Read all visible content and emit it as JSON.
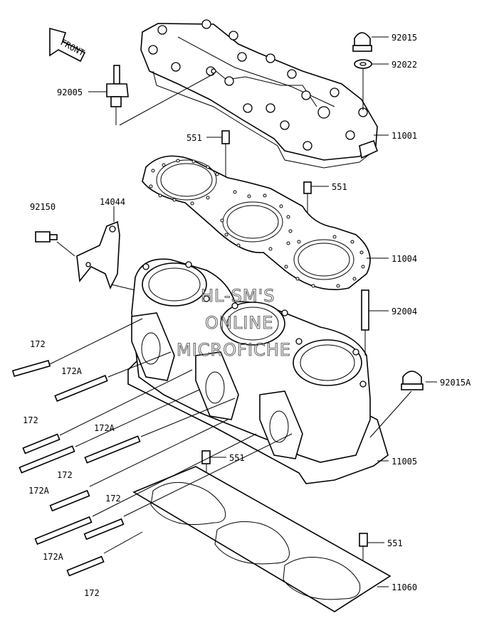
{
  "direction_arrow": "FRONT",
  "watermark": [
    "HL-SM'S",
    "ONLINE",
    "MICROFICHE"
  ],
  "part_labels": {
    "p92015": "92015",
    "p92022": "92022",
    "p92005": "92005",
    "p11001": "11001",
    "p551_a": "551",
    "p551_b": "551",
    "p92150": "92150",
    "p14044": "14044",
    "p11004": "11004",
    "p92004": "92004",
    "p172_a": "172",
    "p172A_a": "172A",
    "p92015A": "92015A",
    "p172_b": "172",
    "p172A_b": "172A",
    "p11005": "11005",
    "p551_c": "551",
    "p172A_c": "172A",
    "p172_c": "172",
    "p172_d": "172",
    "p172A_d": "172A",
    "p551_d": "551",
    "p172_e": "172",
    "p11060": "11060"
  }
}
